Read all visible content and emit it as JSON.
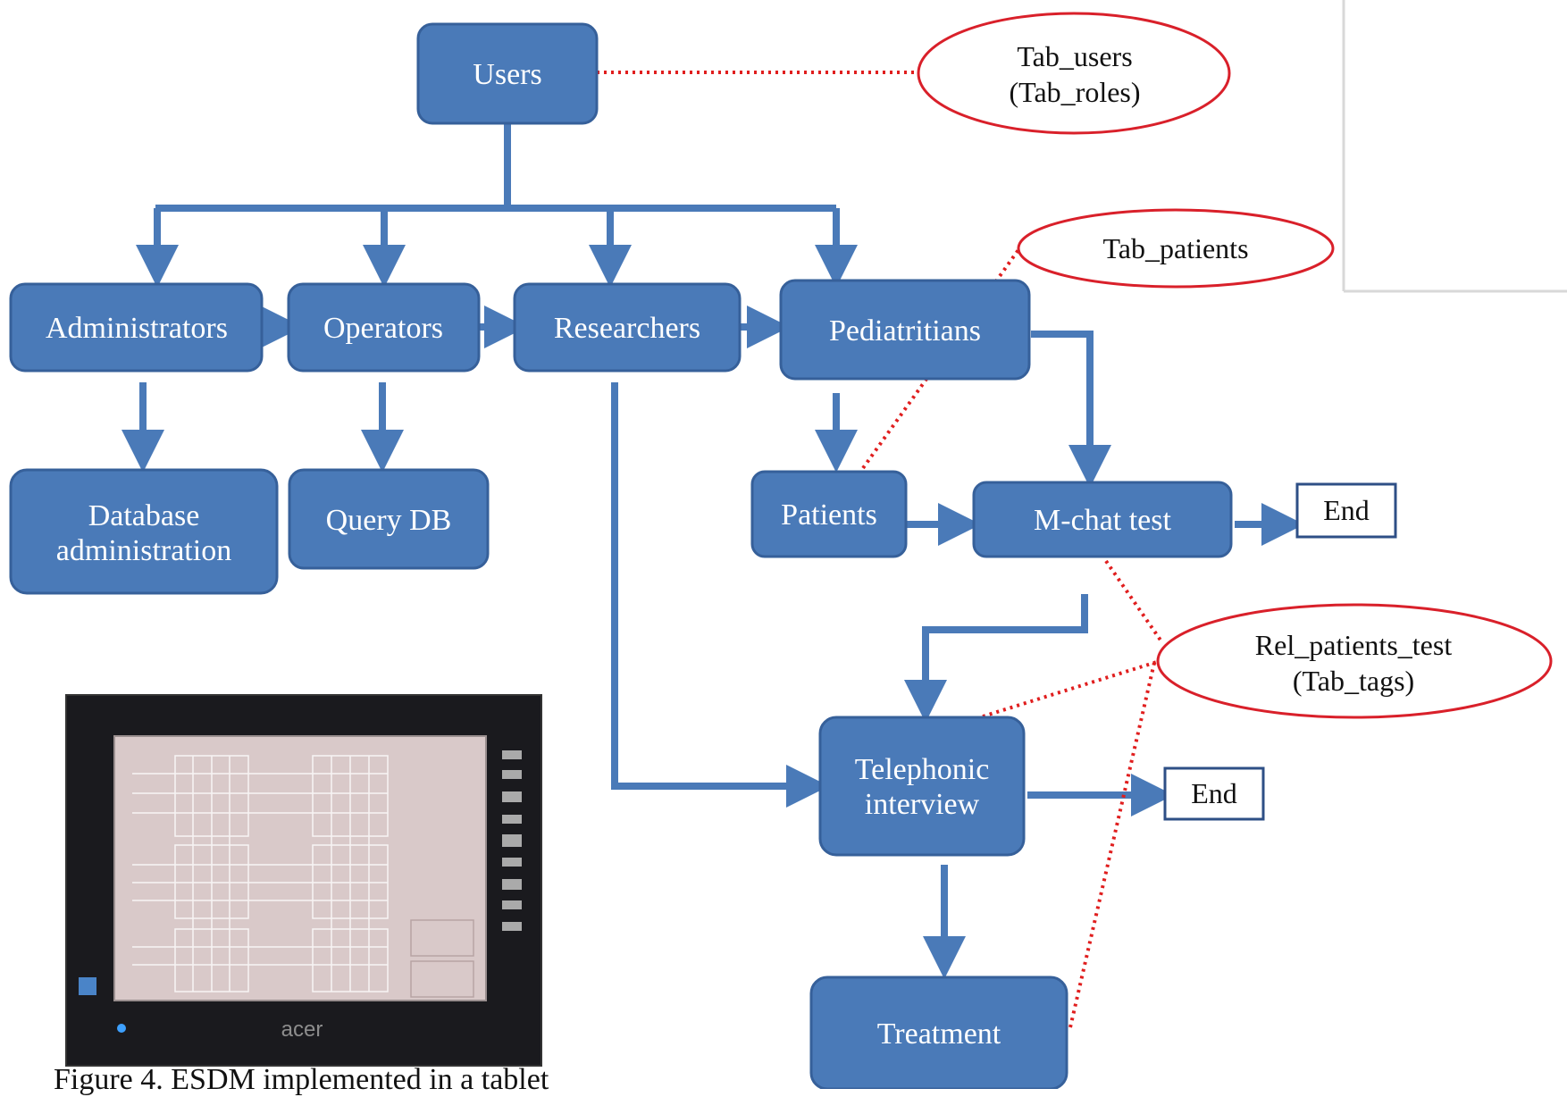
{
  "boxes": {
    "users": "Users",
    "administrators": "Administrators",
    "operators": "Operators",
    "researchers": "Researchers",
    "pediatritians": "Pediatritians",
    "database_line1": "Database",
    "database_line2": "administration",
    "query_db": "Query DB",
    "patients": "Patients",
    "mchat": "M-chat test",
    "telephonic_line1": "Telephonic",
    "telephonic_line2": "interview",
    "treatment": "Treatment"
  },
  "end_boxes": {
    "end1": "End",
    "end2": "End"
  },
  "ovals": {
    "tab_users_line1": "Tab_users",
    "tab_users_line2": "(Tab_roles)",
    "tab_patients": "Tab_patients",
    "rel_line1": "Rel_patients_test",
    "rel_line2": "(Tab_tags)"
  },
  "photo": {
    "brand": "acer"
  },
  "caption": "Figure 4. ESDM implemented in a tablet",
  "colors": {
    "box_fill": "#4a7ab8",
    "box_stroke": "#36609a",
    "arrow": "#4a7ab8",
    "dotted": "#e01e1e",
    "oval_stroke": "#d9202a"
  }
}
